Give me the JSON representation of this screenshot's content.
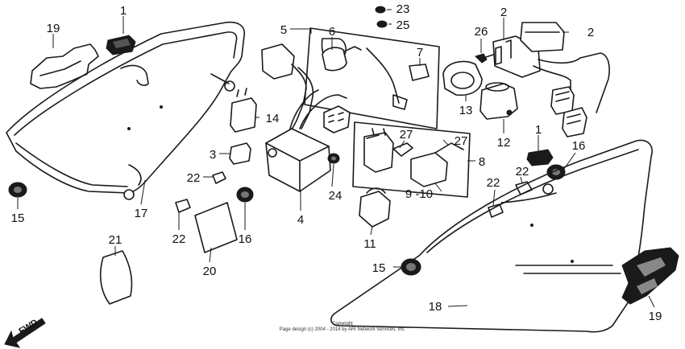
{
  "callouts": [
    {
      "id": "c1a",
      "text": "1"
    },
    {
      "id": "c1b",
      "text": "1"
    },
    {
      "id": "c2a",
      "text": "2"
    },
    {
      "id": "c2b",
      "text": "2"
    },
    {
      "id": "c3",
      "text": "3"
    },
    {
      "id": "c4",
      "text": "4"
    },
    {
      "id": "c5",
      "text": "5"
    },
    {
      "id": "c6",
      "text": "6"
    },
    {
      "id": "c7",
      "text": "7"
    },
    {
      "id": "c8",
      "text": "8"
    },
    {
      "id": "c9-10",
      "text": "9 -10"
    },
    {
      "id": "c11",
      "text": "11"
    },
    {
      "id": "c12",
      "text": "12"
    },
    {
      "id": "c13",
      "text": "13"
    },
    {
      "id": "c14",
      "text": "14"
    },
    {
      "id": "c15a",
      "text": "15"
    },
    {
      "id": "c15b",
      "text": "15"
    },
    {
      "id": "c16a",
      "text": "16"
    },
    {
      "id": "c16b",
      "text": "16"
    },
    {
      "id": "c17",
      "text": "17"
    },
    {
      "id": "c18",
      "text": "18"
    },
    {
      "id": "c19a",
      "text": "19"
    },
    {
      "id": "c19b",
      "text": "19"
    },
    {
      "id": "c20",
      "text": "20"
    },
    {
      "id": "c21",
      "text": "21"
    },
    {
      "id": "c22a",
      "text": "22"
    },
    {
      "id": "c22b",
      "text": "22"
    },
    {
      "id": "c22c",
      "text": "22"
    },
    {
      "id": "c22d",
      "text": "22"
    },
    {
      "id": "c23",
      "text": "23"
    },
    {
      "id": "c24",
      "text": "24"
    },
    {
      "id": "c25",
      "text": "25"
    },
    {
      "id": "c26",
      "text": "26"
    },
    {
      "id": "c27a",
      "text": "27"
    },
    {
      "id": "c27b",
      "text": "27"
    }
  ],
  "fwd_label": "FWD",
  "copyright": {
    "line1": "Copyright",
    "line2": "Page design (c) 2004 - 2014 by ARI Network Services, Inc."
  }
}
